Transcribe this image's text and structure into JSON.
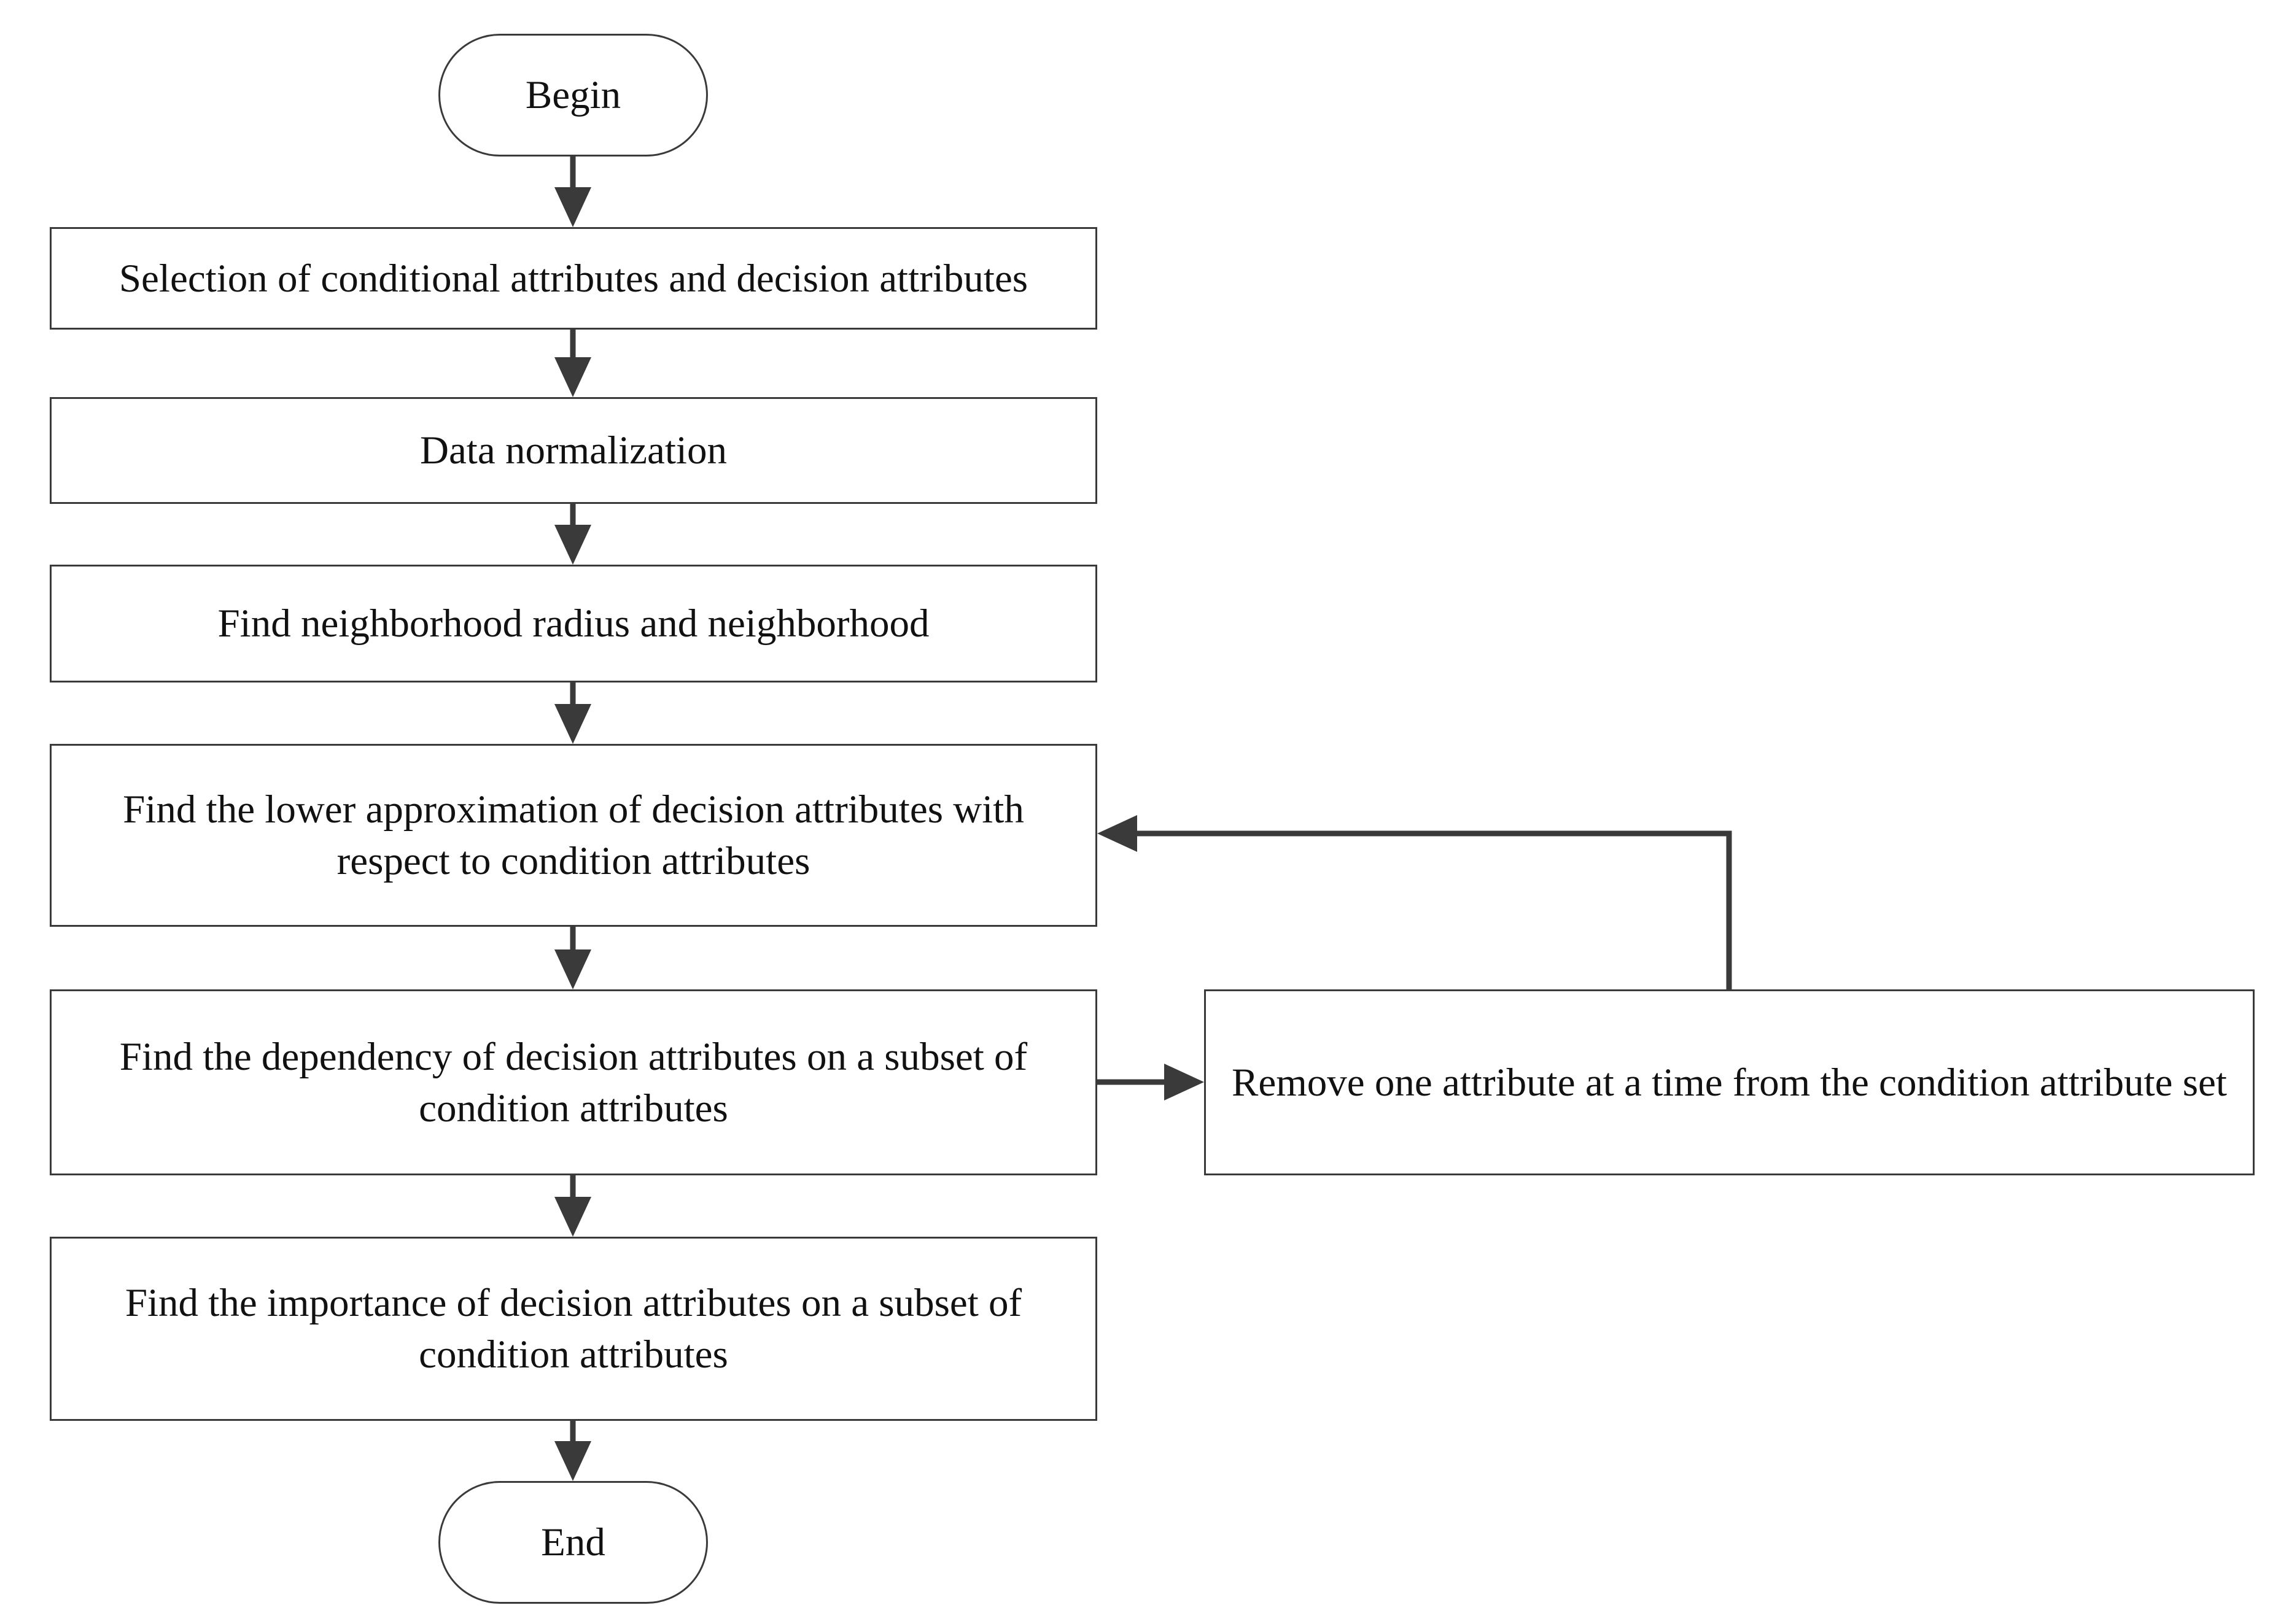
{
  "diagram": {
    "nodes": {
      "begin": "Begin",
      "select": "Selection of conditional attributes and decision attributes",
      "normalize": "Data normalization",
      "radius": "Find neighborhood radius and neighborhood",
      "lower": "Find the lower approximation of decision attributes with respect to condition attributes",
      "dependency": "Find the dependency of decision attributes on a subset of condition attributes",
      "remove": "Remove one attribute at a time from the condition attribute set",
      "importance": "Find the importance of decision attributes on a subset of condition attributes",
      "end": "End"
    },
    "edges": [
      {
        "from": "begin",
        "to": "select"
      },
      {
        "from": "select",
        "to": "normalize"
      },
      {
        "from": "normalize",
        "to": "radius"
      },
      {
        "from": "radius",
        "to": "lower"
      },
      {
        "from": "lower",
        "to": "dependency"
      },
      {
        "from": "dependency",
        "to": "remove"
      },
      {
        "from": "remove",
        "to": "lower"
      },
      {
        "from": "dependency",
        "to": "importance"
      },
      {
        "from": "importance",
        "to": "end"
      }
    ],
    "colors": {
      "stroke": "#3a3a3a",
      "text": "#111111",
      "background": "#ffffff"
    }
  }
}
